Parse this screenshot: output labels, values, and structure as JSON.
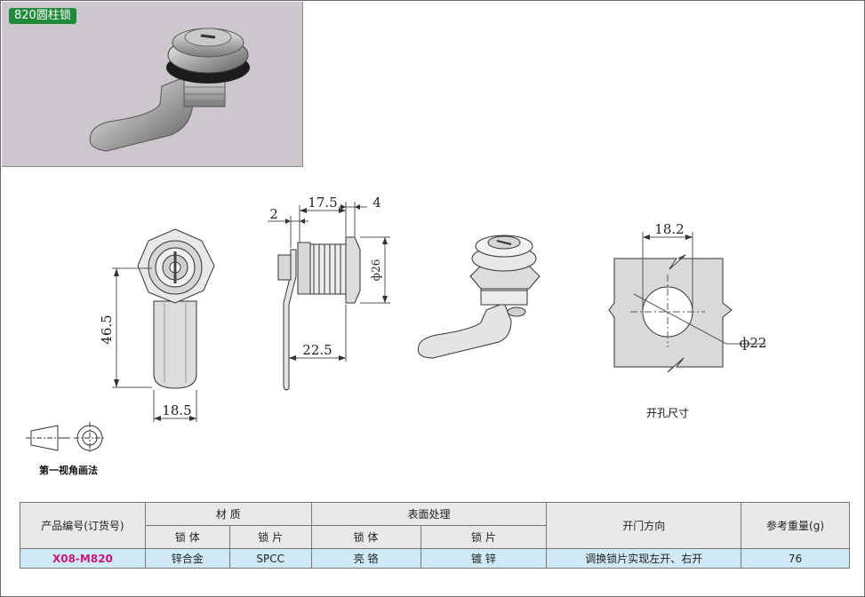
{
  "product_tag": "820圆柱锁",
  "dimensions": {
    "front_height": "46.5",
    "front_width": "18.5",
    "side_offset": "2",
    "side_depth": "17.5",
    "side_flange": "4",
    "side_dia": "ф26",
    "side_length": "22.5",
    "cutout_width": "18.2",
    "cutout_dia": "ф22"
  },
  "captions": {
    "projection": "第一视角画法",
    "cutout": "开孔尺寸"
  },
  "table": {
    "headers": {
      "product_code": "产品编号(订货号)",
      "material": "材  质",
      "surface": "表面处理",
      "direction": "开门方向",
      "weight": "参考重量(g)",
      "lock_body": "锁 体",
      "lock_plate": "锁 片",
      "surface_body": "锁 体",
      "surface_plate": "锁 片"
    },
    "rows": [
      {
        "code": "X08-M820",
        "material_body": "锌合金",
        "material_plate": "SPCC",
        "surface_body": "亮 铬",
        "surface_plate": "镀 锌",
        "direction": "调换锁片实现左开、右开",
        "weight": "76"
      }
    ]
  }
}
